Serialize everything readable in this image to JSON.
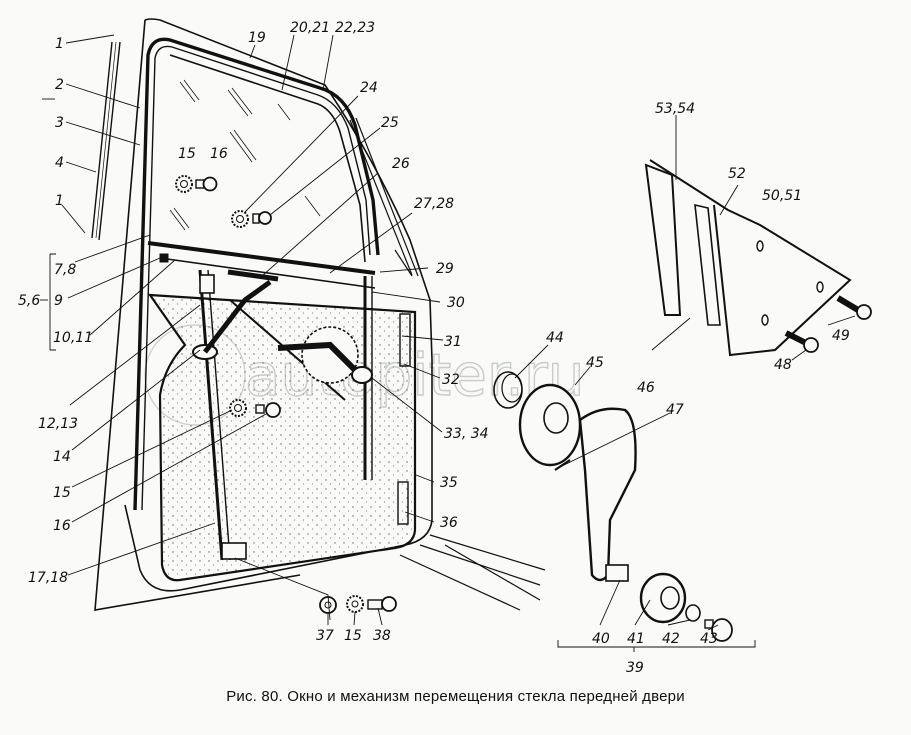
{
  "figure": {
    "caption": "Рис. 80. Окно и механизм перемещения стекла передней двери",
    "watermark": "autopiter.ru"
  },
  "callouts": {
    "c1a": "1",
    "c2": "2",
    "c3": "3",
    "c4": "4",
    "c1b": "1",
    "c7_8": "7,8",
    "c5_6": "5,6",
    "c9": "9",
    "c10_11": "10,11",
    "c12_13": "12,13",
    "c14": "14",
    "c15a": "15",
    "c16a": "16",
    "c17_18": "17,18",
    "c15b": "15",
    "c16b": "16",
    "c19": "19",
    "c20_21": "20,21",
    "c22_23": "22,23",
    "c24": "24",
    "c25": "25",
    "c26": "26",
    "c27_28": "27,28",
    "c29": "29",
    "c30": "30",
    "c31": "31",
    "c32": "32",
    "c33_34": "33, 34",
    "c35": "35",
    "c36": "36",
    "c37": "37",
    "c15c": "15",
    "c38": "38",
    "c44": "44",
    "c45": "45",
    "c46": "46",
    "c47": "47",
    "c40": "40",
    "c41": "41",
    "c42": "42",
    "c43": "43",
    "c39": "39",
    "c53_54": "53,54",
    "c52": "52",
    "c50_51": "50,51",
    "c49": "49",
    "c48": "48"
  }
}
